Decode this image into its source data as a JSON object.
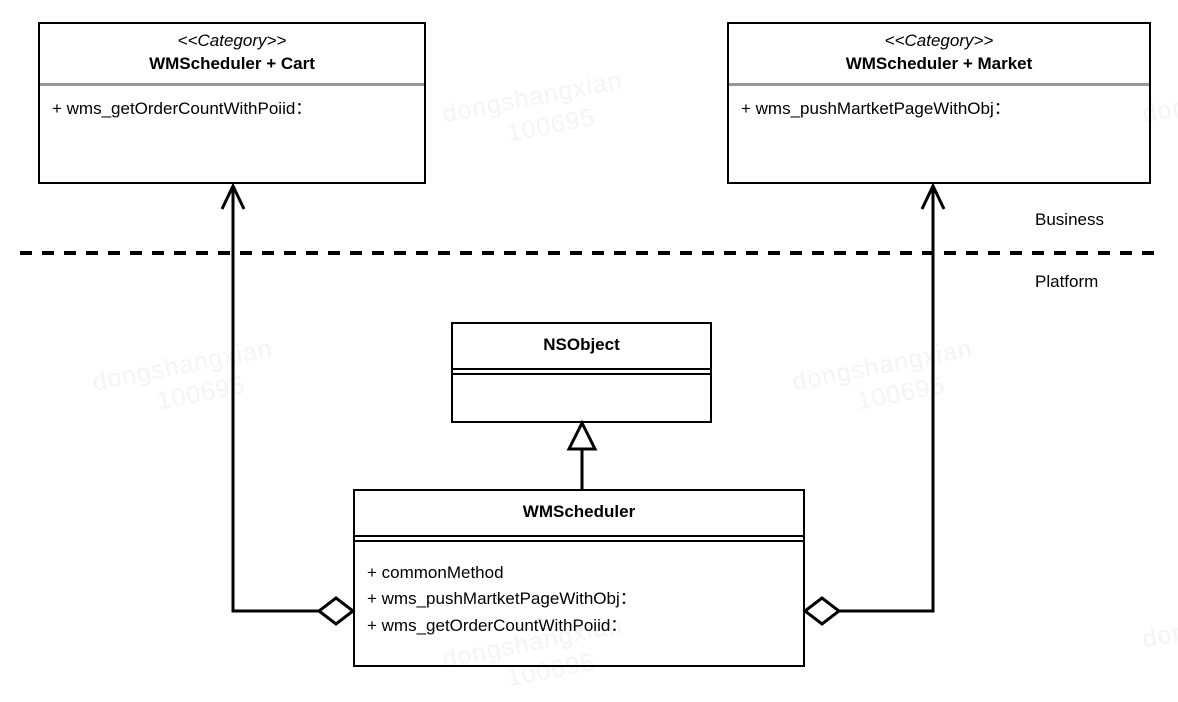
{
  "diagram": {
    "title": "WMScheduler category UML class diagram",
    "stroke_color": "#000000",
    "separator_color": "#999999",
    "watermark_color": "#f4f4f4",
    "background": "#ffffff"
  },
  "watermark": {
    "line1": "dongshangxian",
    "line2": "100695"
  },
  "partitions": {
    "upper_label": "Business",
    "lower_label": "Platform"
  },
  "classes": {
    "cart_category": {
      "stereotype": "<<Category>>",
      "name": "WMScheduler + Cart",
      "members": [
        "+ wms_getOrderCountWithPoiid："
      ]
    },
    "market_category": {
      "stereotype": "<<Category>>",
      "name": "WMScheduler + Market",
      "members": [
        "+ wms_pushMartketPageWithObj："
      ]
    },
    "nsobject": {
      "stereotype": "",
      "name": "NSObject",
      "members": []
    },
    "wmscheduler": {
      "stereotype": "",
      "name": "WMScheduler",
      "members": [
        "+ commonMethod",
        "+ wms_pushMartketPageWithObj：",
        "+ wms_getOrderCountWithPoiid："
      ]
    }
  },
  "relations": [
    {
      "kind": "generalization",
      "from": "wmscheduler",
      "to": "nsobject",
      "arrow": "hollow-triangle"
    },
    {
      "kind": "aggregation",
      "from": "wmscheduler",
      "to": "cart_category",
      "arrow": "open-arrow",
      "source_decoration": "hollow-diamond"
    },
    {
      "kind": "aggregation",
      "from": "wmscheduler",
      "to": "market_category",
      "arrow": "open-arrow",
      "source_decoration": "hollow-diamond"
    }
  ]
}
